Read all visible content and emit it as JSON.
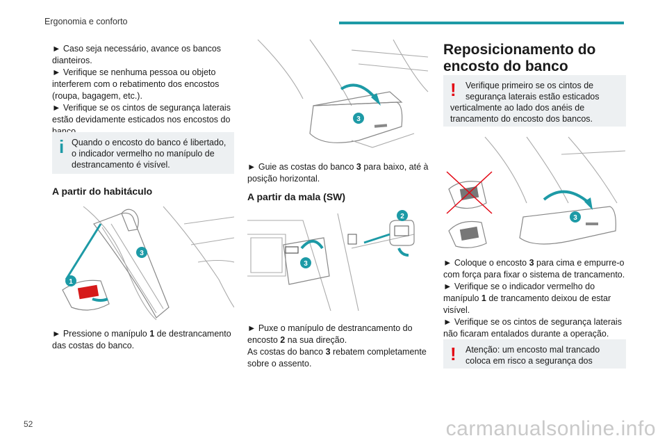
{
  "header": {
    "section": "Ergonomia e conforto"
  },
  "page_number": "52",
  "watermark": "carmanualsonline.info",
  "col1": {
    "steps": [
      "► Caso seja necessário, avance os bancos dianteiros.",
      "► Verifique se nenhuma pessoa ou objeto interferem com o rebatimento dos encostos (roupa, bagagem, etc.).",
      "► Verifique se os cintos de segurança laterais estão devidamente esticados nos encostos do banco."
    ],
    "info": {
      "symbol": "i",
      "text_a": "Quando o encosto do banco é libertado,",
      "text_b": "o indicador vermelho no manípulo de destrancamento é visível."
    },
    "heading": "A partir do habitáculo",
    "fig_badges": [
      "3",
      "1"
    ],
    "step_after_a": "► Pressione o manípulo ",
    "step_after_b": "1",
    "step_after_c": " de destrancamento das costas do banco."
  },
  "col2": {
    "fig1_badge": "3",
    "step1_a": "► Guie as costas do banco ",
    "step1_b": "3",
    "step1_c": " para baixo, até à posição horizontal.",
    "heading": "A partir da mala (SW)",
    "fig2_badges": [
      "2",
      "3"
    ],
    "step2_a": "► Puxe o manípulo de destrancamento do encosto ",
    "step2_b": "2",
    "step2_c": " na sua direção.",
    "step3_a": "As costas do banco ",
    "step3_b": "3",
    "step3_c": " rebatem completamente sobre o assento."
  },
  "col3": {
    "heading": "Reposicionamento do encosto do banco",
    "warning1": {
      "symbol": "!",
      "text_a": "Verifique primeiro se os cintos de",
      "text_b": "segurança laterais estão esticados verticalmente ao lado dos anéis de trancamento do encosto dos bancos."
    },
    "fig_badge": "3",
    "step1_a": "► Coloque o encosto ",
    "step1_b": "3",
    "step1_c": " para cima e empurre-o com força para fixar o sistema de trancamento.",
    "step2_a": "► Verifique se o indicador vermelho do manípulo ",
    "step2_b": "1",
    "step2_c": " de trancamento deixou de estar visível.",
    "step3": "► Verifique se os cintos de segurança laterais não ficaram entalados durante a operação.",
    "warning2": {
      "symbol": "!",
      "text_a": "Atenção: um encosto mal trancado",
      "text_b": "coloca em risco a segurança dos"
    }
  },
  "colors": {
    "accent": "#1d9aa6",
    "info_symbol": "#1d9aa6",
    "warning_symbol": "#e30613",
    "box_bg": "#edf0f2"
  }
}
